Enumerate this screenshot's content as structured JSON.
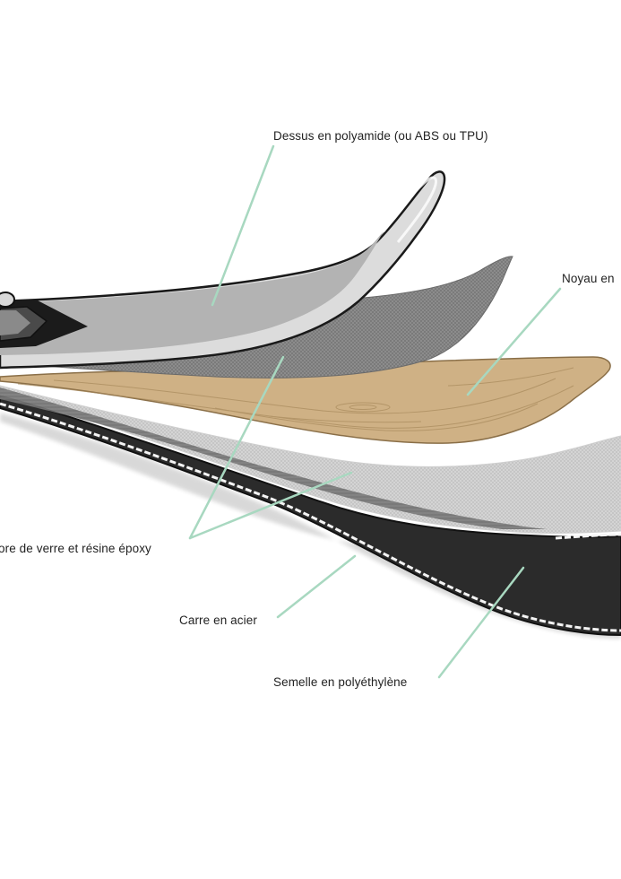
{
  "labels": {
    "top_sheet": "Dessus en polyamide (ou ABS ou TPU)",
    "core": "Noyau en",
    "fiberglass": "ore de verre et résine époxy",
    "edge": "Carre en acier",
    "base": "Semelle en polyéthylène"
  },
  "colors": {
    "leader_line": "#a8d8c0",
    "top_sheet": "#b3b3b3",
    "top_sheet_rim": "#d9d9d9",
    "fiberglass_mesh": "#8c8c8c",
    "wood_core": "#cfb185",
    "wood_grain": "#b8976a",
    "lower_mesh": "#d4d4d4",
    "base": "#2a2a2a",
    "steel_edge": "#f2f2f2"
  },
  "icons": [
    "binding-icon"
  ]
}
